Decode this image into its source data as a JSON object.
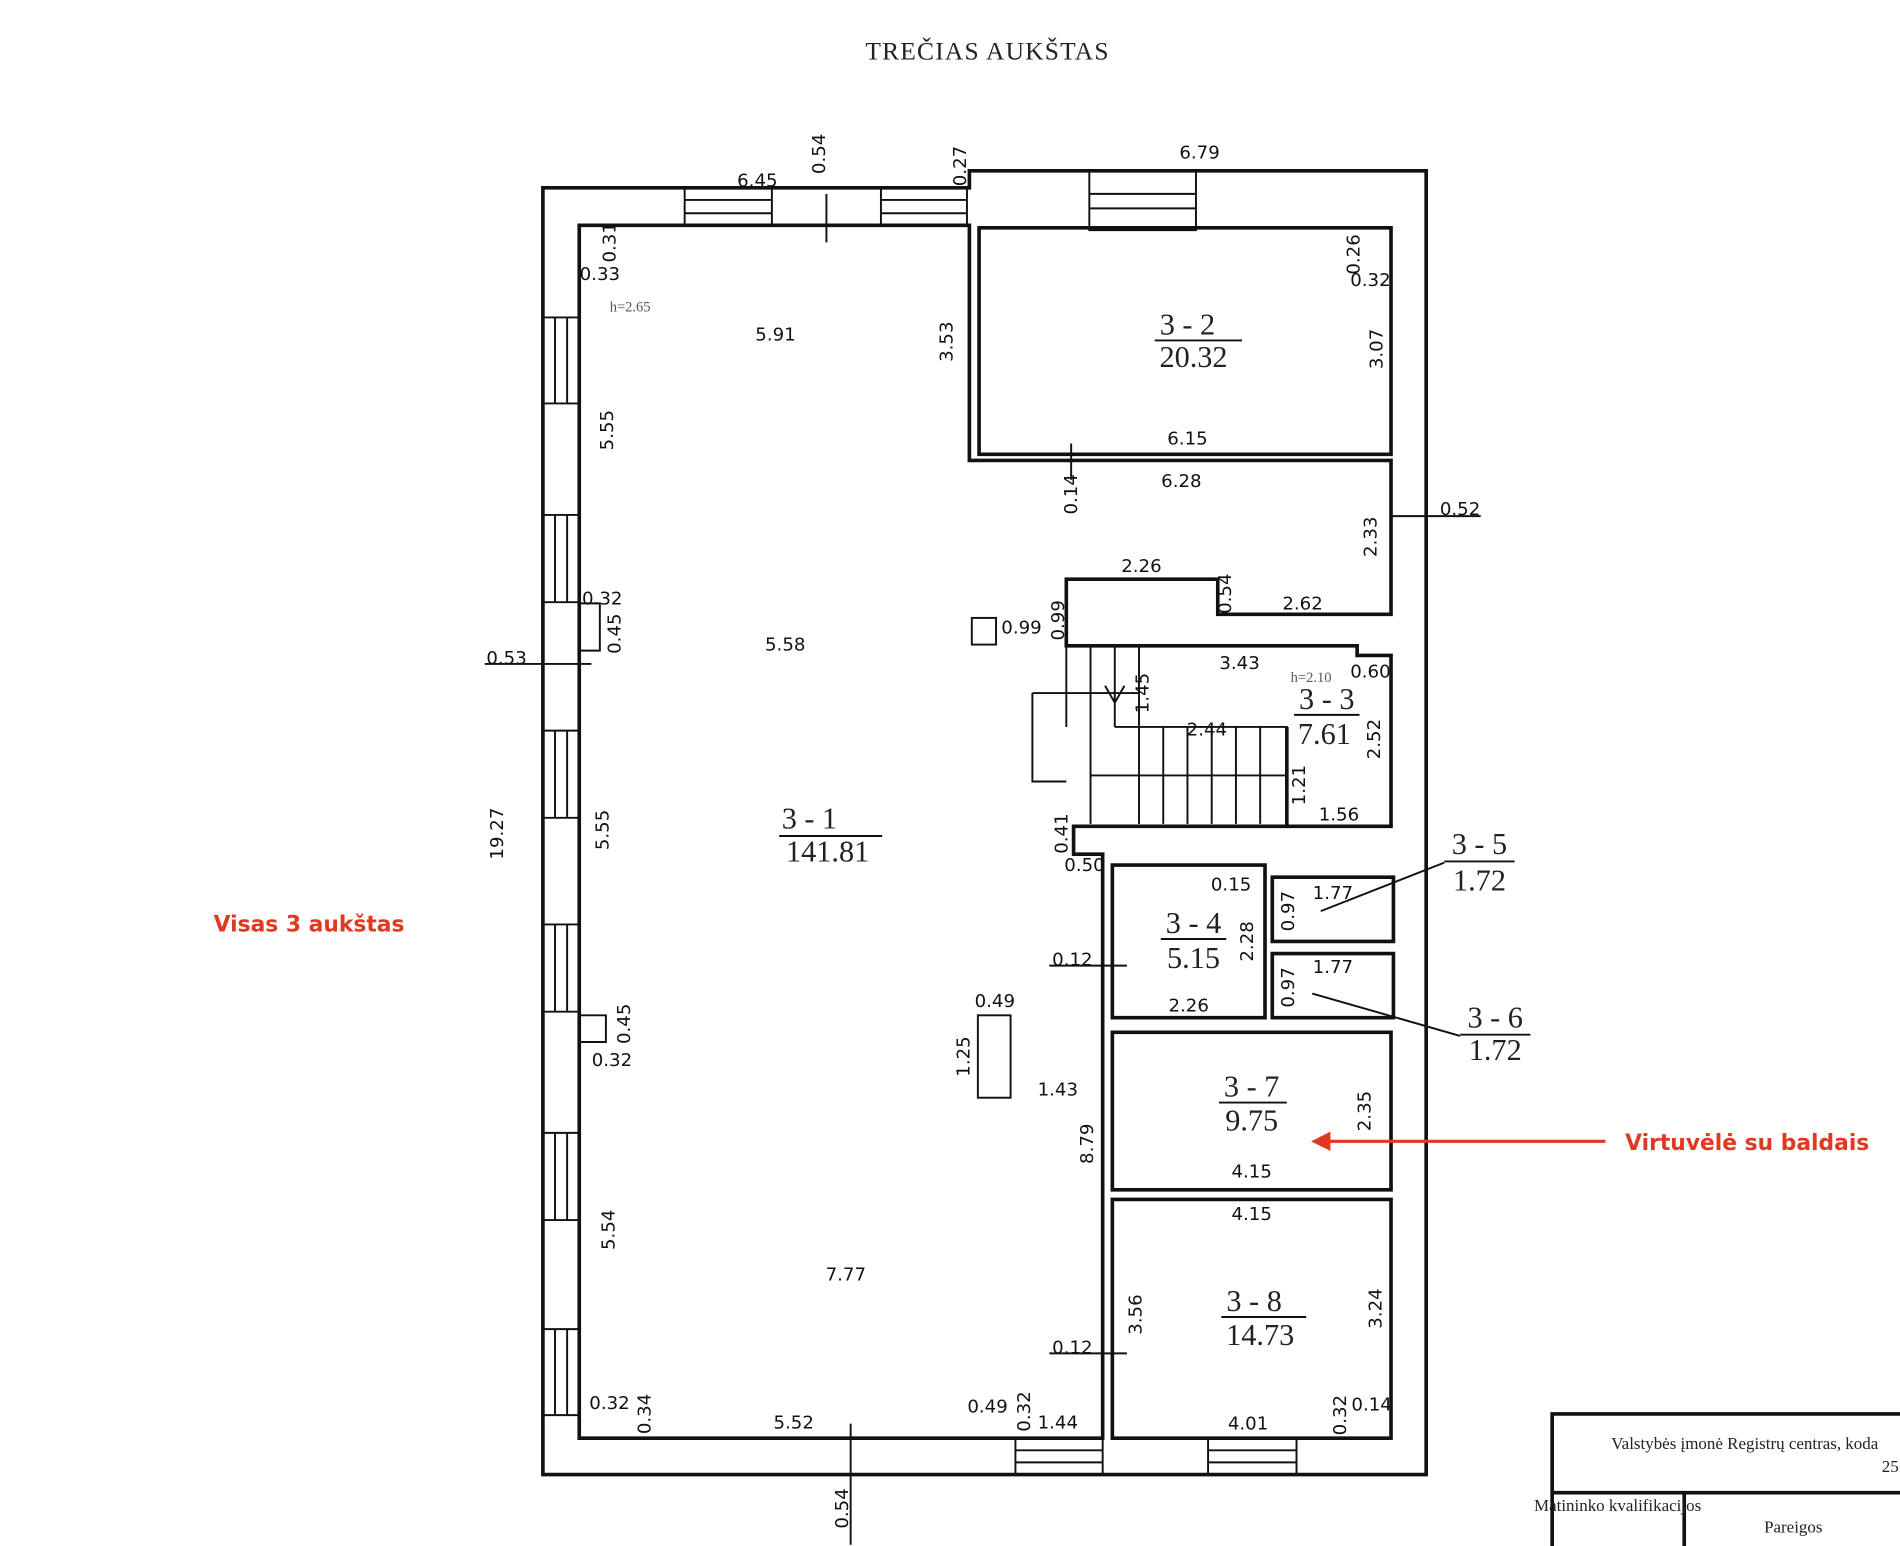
{
  "title": "TREČIAS AUKŠTAS",
  "annotations": {
    "whole_floor": "Visas 3 aukštas",
    "kitchen": "Virtuvėlė su baldais",
    "accent_color": "#e0391f"
  },
  "heights": {
    "h1": "h=2.65",
    "h2": "h=2.10"
  },
  "rooms": [
    {
      "id": "3 - 1",
      "area": "141.81"
    },
    {
      "id": "3 - 2",
      "area": "20.32"
    },
    {
      "id": "3 - 3",
      "area": "7.61"
    },
    {
      "id": "3 - 4",
      "area": "5.15"
    },
    {
      "id": "3 - 5",
      "area": "1.72"
    },
    {
      "id": "3 - 6",
      "area": "1.72"
    },
    {
      "id": "3 - 7",
      "area": "9.75"
    },
    {
      "id": "3 - 8",
      "area": "14.73"
    }
  ],
  "dims": [
    "6.45",
    "0.54",
    "0.27",
    "6.79",
    "0.31",
    "0.33",
    "5.91",
    "3.53",
    "0.26",
    "0.32",
    "3.07",
    "5.55",
    "6.15",
    "0.14",
    "6.28",
    "0.52",
    "2.33",
    "2.26",
    "0.54",
    "2.62",
    "0.32",
    "0.45",
    "0.53",
    "5.58",
    "0.99",
    "0.99",
    "3.43",
    "0.60",
    "1.45",
    "2.44",
    "2.52",
    "1.21",
    "1.56",
    "19.27",
    "5.55",
    "0.41",
    "0.50",
    "0.15",
    "1.77",
    "0.97",
    "2.28",
    "0.12",
    "1.77",
    "0.97",
    "2.26",
    "0.49",
    "0.45",
    "0.32",
    "1.25",
    "1.43",
    "2.35",
    "8.79",
    "4.15",
    "4.15",
    "5.54",
    "7.77",
    "3.56",
    "3.24",
    "0.12",
    "0.32",
    "0.34",
    "5.52",
    "0.49",
    "0.32",
    "1.44",
    "4.01",
    "0.32",
    "0.14",
    "0.54"
  ],
  "title_block": {
    "org": "Valstybės įmonė Registrų centras, koda",
    "line2": "25",
    "qual": "Matininko kvalifikacijos",
    "position": "Pareigos"
  }
}
